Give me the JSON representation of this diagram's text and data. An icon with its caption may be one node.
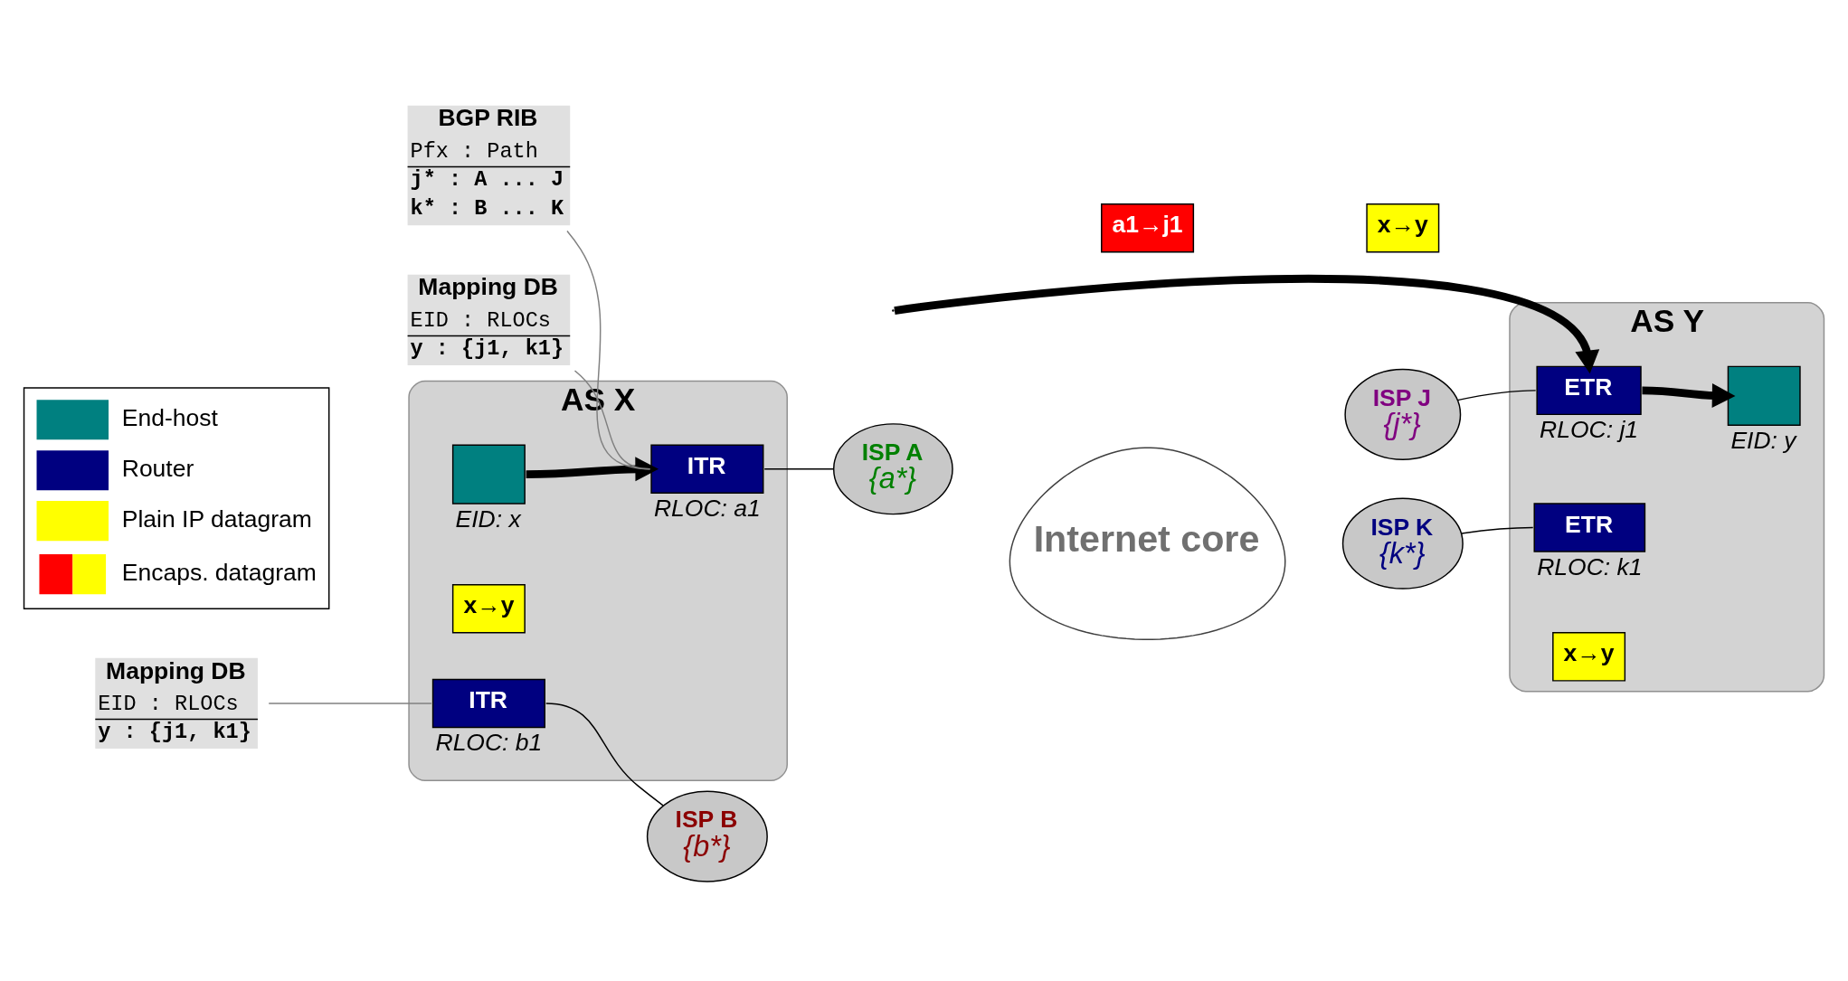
{
  "diagram": {
    "nodes": [
      {
        "text": [
          "AS X"
        ]
      },
      {
        "text": [],
        "shape": "box",
        "in": 0,
        "beside": [
          "EID: x"
        ]
      },
      {
        "text": [
          "x→y"
        ],
        "in": 0
      },
      {
        "text": [
          "ITR"
        ],
        "in": 0,
        "beside": [
          "RLOC: a1"
        ]
      },
      {
        "text": [
          "ITR"
        ],
        "in": 0,
        "beside": [
          "RLOC: b1"
        ]
      },
      {
        "text": [
          "AS Y"
        ]
      },
      {
        "text": [
          "ETR"
        ],
        "in": 5,
        "beside": [
          "RLOC: j1"
        ]
      },
      {
        "text": [
          "ETR"
        ],
        "in": 5,
        "beside": [
          "RLOC: k1"
        ]
      },
      {
        "text": [
          "x→y"
        ],
        "in": 5
      },
      {
        "text": [],
        "shape": "box",
        "in": 5,
        "beside": [
          "EID: y"
        ]
      },
      {
        "text": [
          "Internet core"
        ]
      },
      {
        "text": [
          "ISP A",
          "{a*}"
        ]
      },
      {
        "text": [
          "ISP J",
          "{j*}"
        ]
      },
      {
        "text": [
          "ISP B",
          "{b*}"
        ]
      },
      {
        "text": [
          "ISP K",
          "{k*}"
        ]
      },
      {
        "text": [
          "Mapping DB",
          "EID : RLOCs",
          "y : {j1, k1}"
        ]
      },
      {
        "text": [
          "BGP RIB",
          "Pfx : Path",
          "j* : A ... J",
          "k* : B ... K"
        ]
      },
      {
        "text": [
          "Mapping DB",
          "EID : RLOCs",
          "y : {j1, k1}"
        ]
      },
      {
        "text": [
          "a1→j1"
        ]
      },
      {
        "text": [
          "x→y"
        ]
      }
    ],
    "edges": [
      {
        "from": 1,
        "to": 3,
        "arrow": "to",
        "style": "thick"
      },
      {
        "from": 6,
        "to": 9,
        "arrow": "to",
        "style": "thick"
      },
      {
        "from": null,
        "to": 6,
        "arrow": "to",
        "style": "thick"
      },
      {
        "from": 3,
        "to": 11,
        "arrow": "none"
      },
      {
        "from": 4,
        "to": 13,
        "arrow": "none"
      },
      {
        "from": 12,
        "to": 6,
        "arrow": "none"
      },
      {
        "from": 14,
        "to": 7,
        "arrow": "none"
      },
      {
        "from": 15,
        "to": 3,
        "arrow": "none",
        "color": "#808080"
      },
      {
        "from": 16,
        "to": 3,
        "arrow": "none",
        "color": "#808080"
      },
      {
        "from": 17,
        "to": 4,
        "arrow": "none",
        "color": "#808080"
      }
    ],
    "legend": [
      {
        "text": "End-host",
        "color": "#008080"
      },
      {
        "text": "Router",
        "color": "#000080"
      },
      {
        "text": "Plain IP datagram",
        "color": "#ffff00"
      },
      {
        "text": "Encaps. datagram"
      }
    ]
  }
}
